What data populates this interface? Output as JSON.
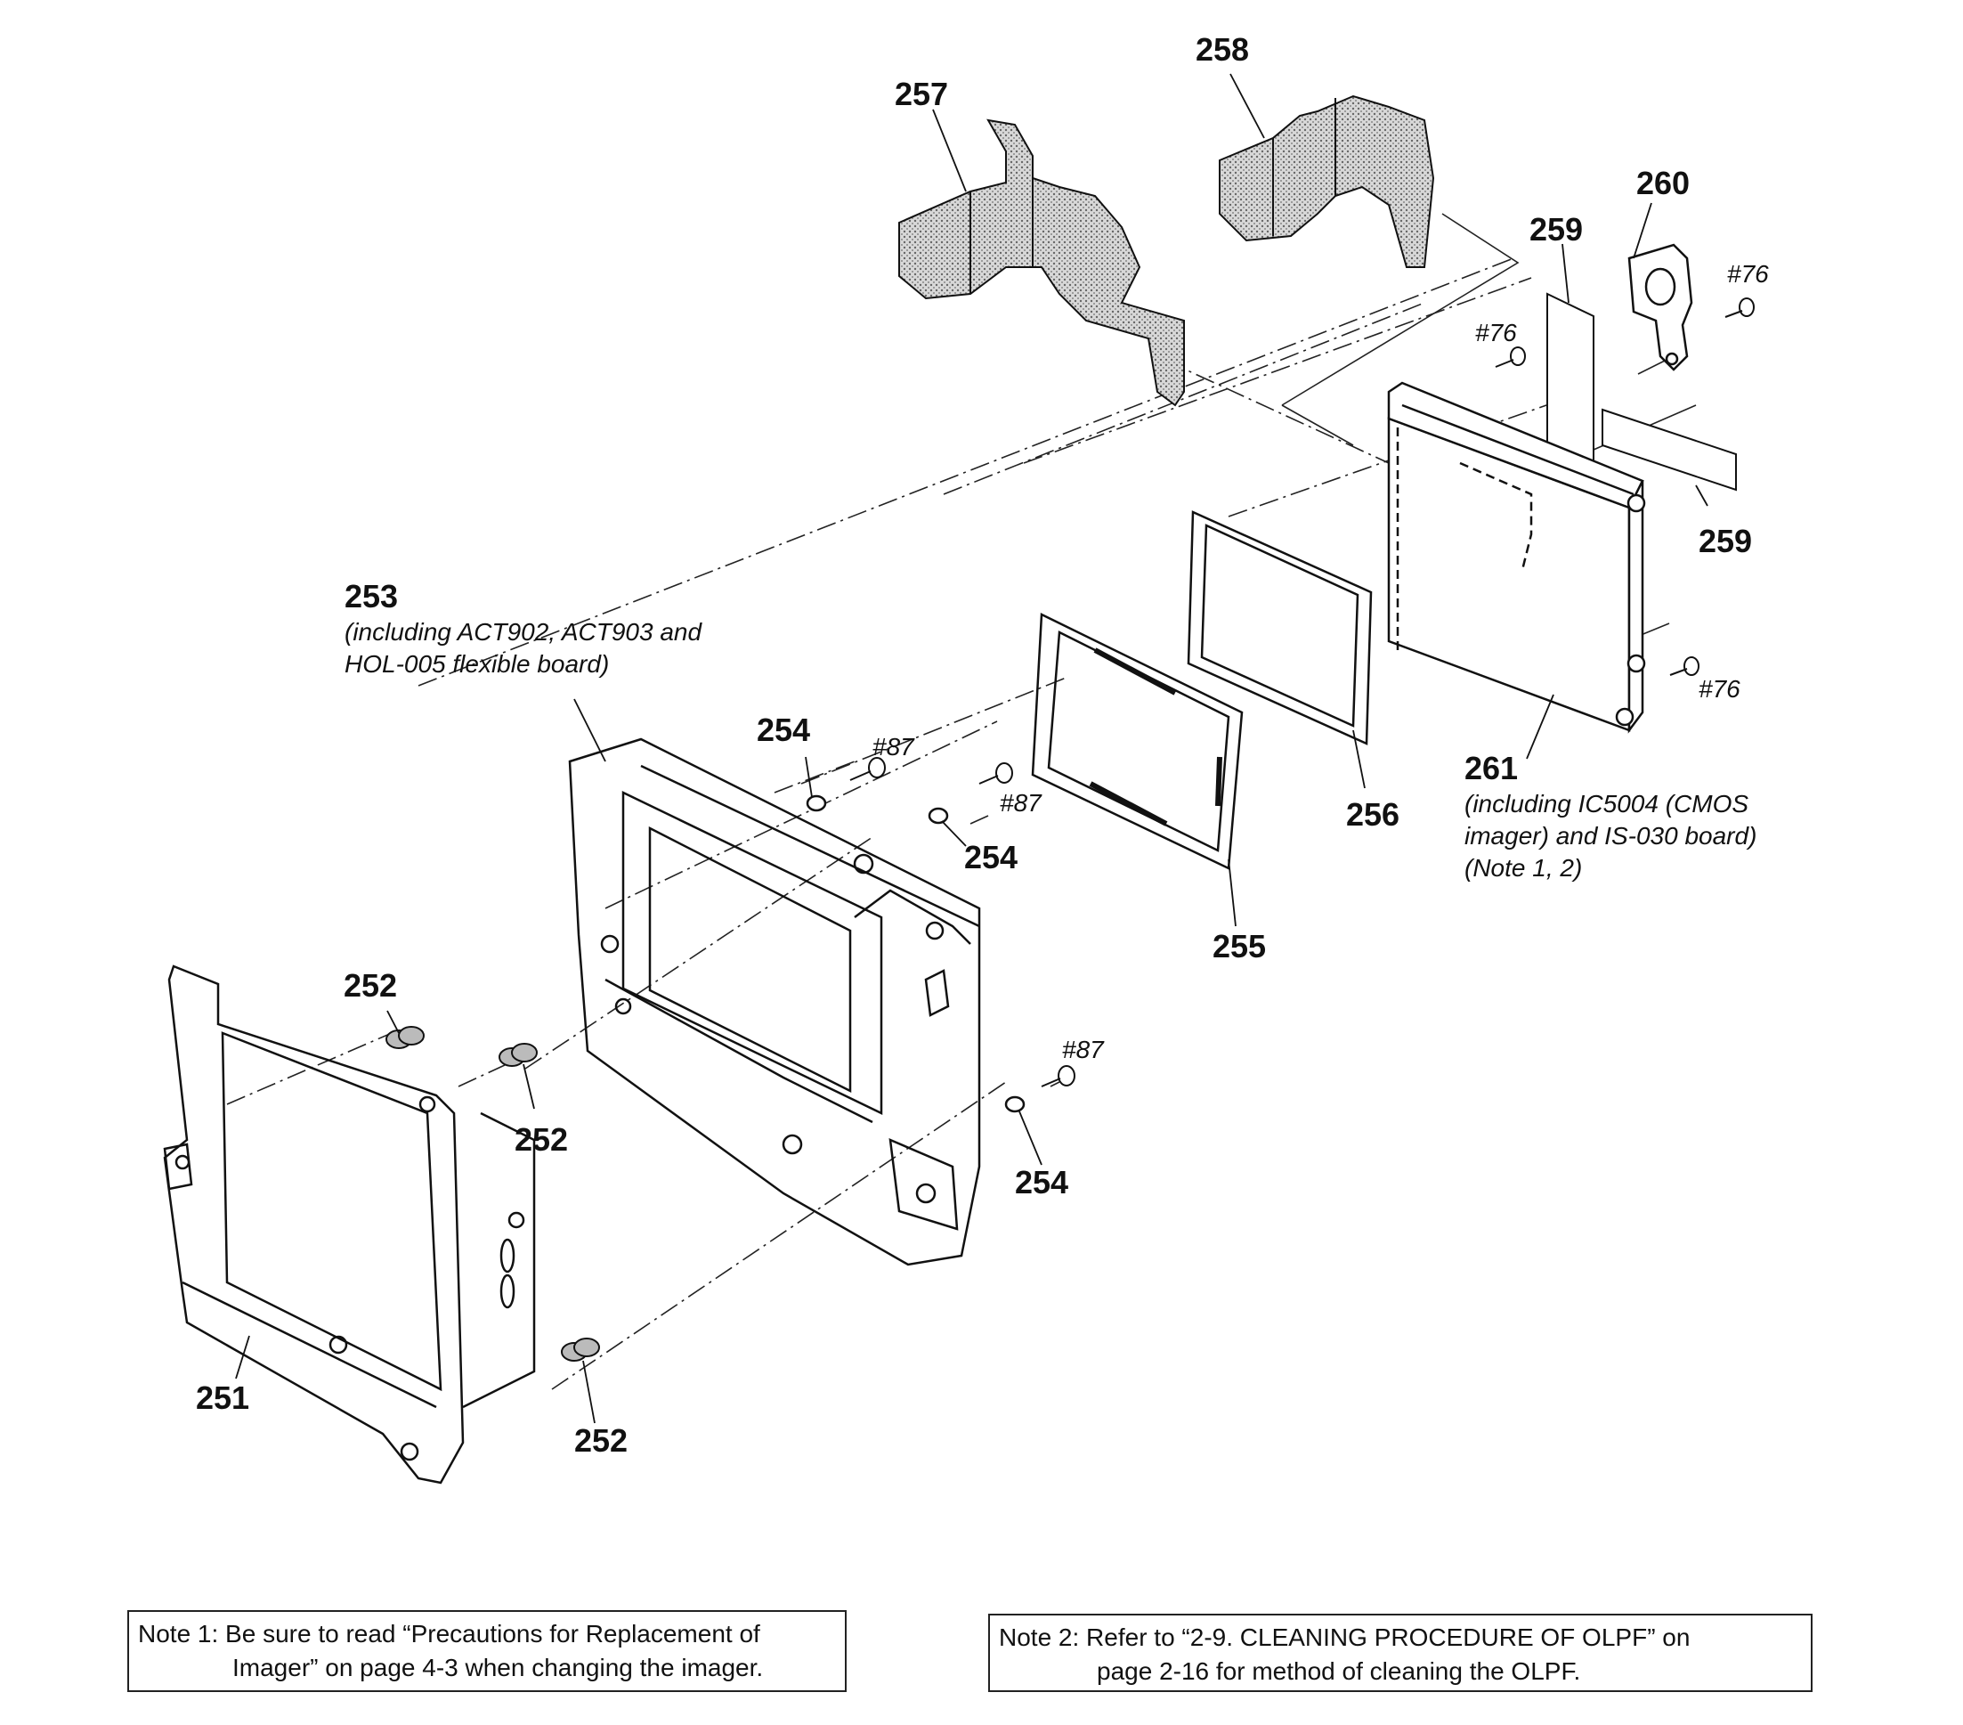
{
  "parts": {
    "p251": "251",
    "p252a": "252",
    "p252b": "252",
    "p252c": "252",
    "p253": "253",
    "p254a": "254",
    "p254b": "254",
    "p254c": "254",
    "p255": "255",
    "p256": "256",
    "p257": "257",
    "p258": "258",
    "p259a": "259",
    "p259b": "259",
    "p260": "260",
    "p261": "261"
  },
  "screws": {
    "s76a": "#76",
    "s76b": "#76",
    "s76c": "#76",
    "s87a": "#87",
    "s87b": "#87",
    "s87c": "#87"
  },
  "descriptions": {
    "p253": [
      "(including ACT902, ACT903 and",
      "HOL-005 flexible board)"
    ],
    "p261": [
      "(including IC5004 (CMOS",
      "imager) and IS-030 board)",
      "(Note 1, 2)"
    ]
  },
  "notes": {
    "note1": [
      "Note 1: Be sure to read “Precautions for Replacement of",
      "Imager” on page 4-3 when changing the imager."
    ],
    "note2": [
      "Note 2: Refer to “2-9. CLEANING PROCEDURE OF OLPF” on",
      "page 2-16 for method of cleaning the OLPF."
    ]
  }
}
